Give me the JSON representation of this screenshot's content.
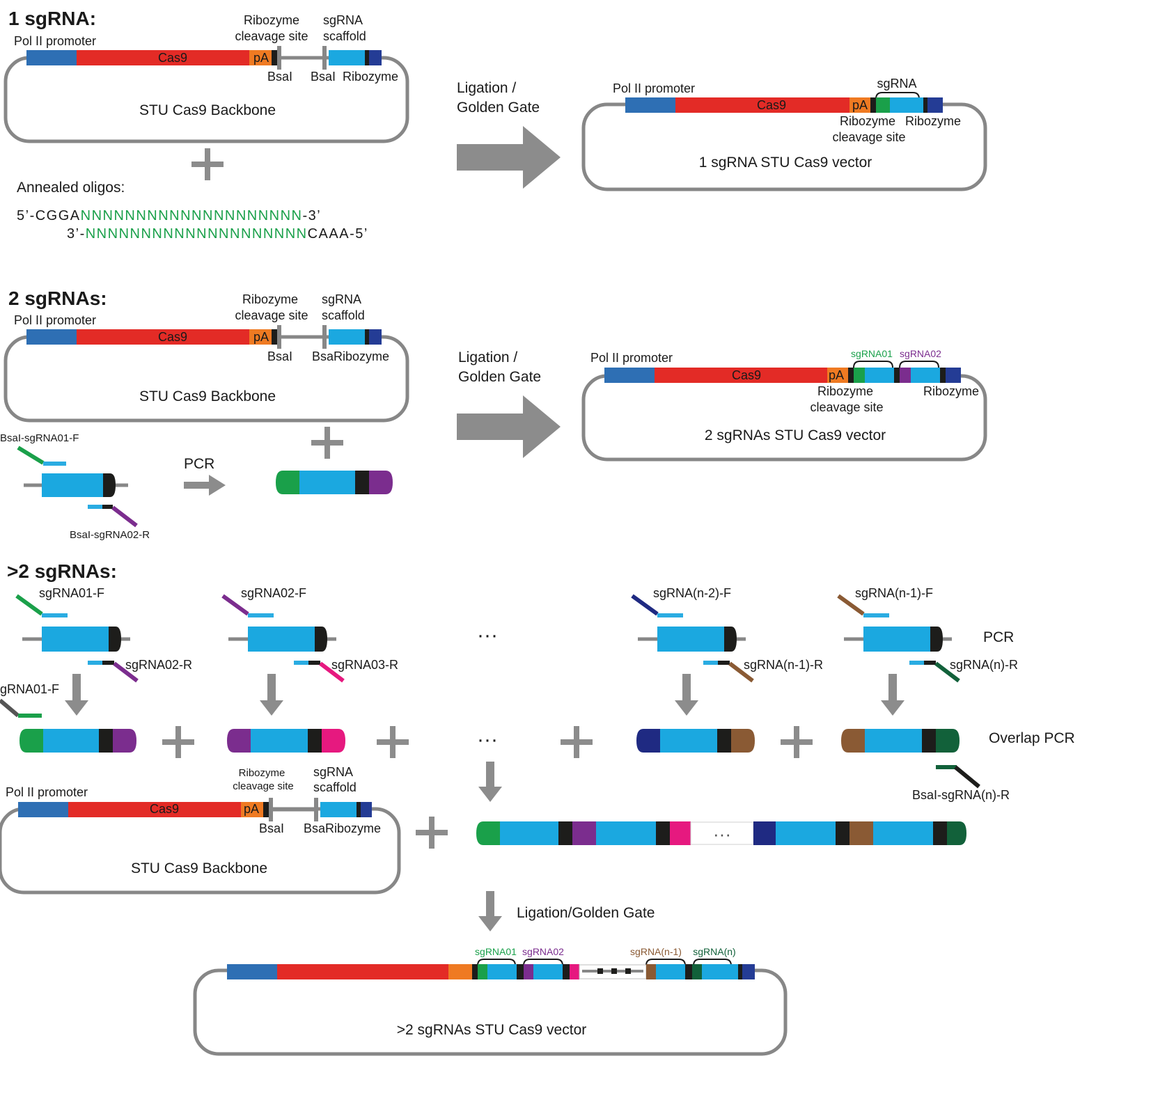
{
  "sections": {
    "one": {
      "title": "1 sgRNA:"
    },
    "two": {
      "title": "2 sgRNAs:"
    },
    "many": {
      "title": ">2 sgRNAs:"
    }
  },
  "labels": {
    "pol_ii_promoter": "Pol II promoter",
    "cas9": "Cas9",
    "pa": "pA",
    "ribozyme_cleavage_line1": "Ribozyme",
    "ribozyme_cleavage_line2": "cleavage site",
    "sgrna_scaffold_line1": "sgRNA",
    "sgrna_scaffold_line2": "scaffold",
    "bsai": "BsaI",
    "ribozyme": "Ribozyme",
    "bsa_ribozyme": "BsaRibozyme",
    "backbone": "STU Cas9 Backbone",
    "ligation_line1": "Ligation /",
    "ligation_line2": "Golden Gate",
    "ligation_single": "Ligation/Golden Gate",
    "sgrna": "sgRNA",
    "vector1": "1 sgRNA STU Cas9 vector",
    "vector2": "2 sgRNAs STU Cas9 vector",
    "vector_many": ">2 sgRNAs STU Cas9 vector",
    "annealed": "Annealed oligos:",
    "oligo_top_prefix": "5’-CGGA",
    "oligo_top_n": "NNNNNNNNNNNNNNNNNNNN",
    "oligo_top_suffix": "-3’",
    "oligo_bottom_prefix": "3’-",
    "oligo_bottom_n": "NNNNNNNNNNNNNNNNNNNN",
    "oligo_bottom_suffix": "CAAA-5’",
    "pcr": "PCR",
    "overlap_pcr": "Overlap PCR",
    "ellipsis": "···",
    "plus": "+",
    "bsai_sgrna01_f": "BsaI-sgRNA01-F",
    "bsai_sgrna02_r": "BsaI-sgRNA02-R",
    "bsai_sgrna_n_r": "BsaI-sgRNA(n)-R",
    "sgrna01_f_cut": "gRNA01-F",
    "sgrna01": "sgRNA01",
    "sgrna02": "sgRNA02",
    "sgrna_n1": "sgRNA(n-1)",
    "sgrna_n": "sgRNA(n)",
    "primers": {
      "p1f": "sgRNA01-F",
      "p1r": "sgRNA02-R",
      "p2f": "sgRNA02-F",
      "p2r": "sgRNA03-R",
      "p3f": "sgRNA(n-2)-F",
      "p3r": "sgRNA(n-1)-R",
      "p4f": "sgRNA(n-1)-F",
      "p4r": "sgRNA(n)-R"
    }
  },
  "colors": {
    "promoter": "#2e6fb4",
    "cas9": "#e32b26",
    "pa": "#ef7a22",
    "black": "#1d1d1b",
    "scaffold": "#1ba8e0",
    "ribozyme": "#243c95",
    "backbone": "#878787",
    "arrow": "#8c8c8c",
    "sg01": "#1aa04a",
    "sg02": "#7b2d8e",
    "sg03": "#e6197f",
    "sgn2": "#1f2a82",
    "sgn1": "#8a5a34",
    "sgn": "#12613a",
    "lightblue": "#2aace2"
  }
}
